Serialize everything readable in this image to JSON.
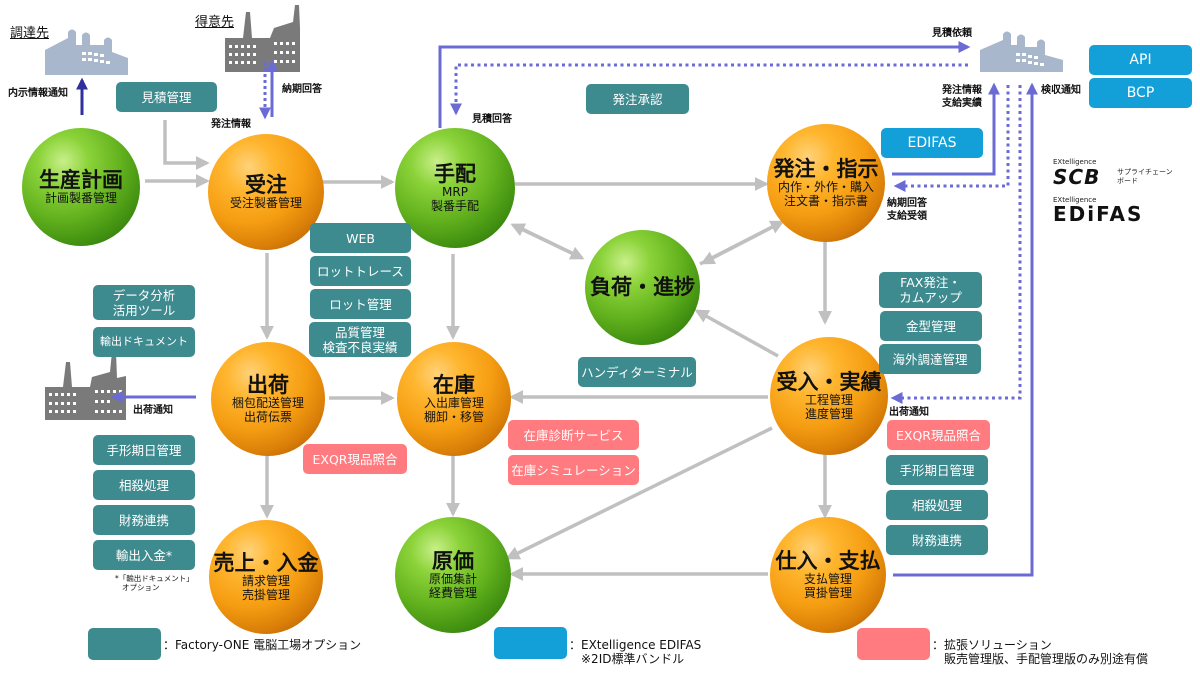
{
  "colors": {
    "factory_one_option": "#3d8a8f",
    "edifas": "#13a0d8",
    "extension": "#ff7b80",
    "flow_arrow": "#c0c0c0",
    "edi_arrow": "#6b6bd6",
    "sphere_orange": "#f59d12",
    "sphere_green": "#63b21e"
  },
  "partners": {
    "supplier": "調達先",
    "customer": "得意先"
  },
  "spheres": {
    "production_plan": {
      "title": "生産計画",
      "sub": [
        "計画製番管理"
      ]
    },
    "order_receipt": {
      "title": "受注",
      "sub": [
        "受注製番管理"
      ]
    },
    "arrangement": {
      "title": "手配",
      "sub": [
        "MRP",
        "製番手配"
      ]
    },
    "ordering": {
      "title": "発注・指示",
      "sub": [
        "内作・外作・購入",
        "注文書・指示書"
      ]
    },
    "load_progress": {
      "title": "負荷・進捗",
      "sub": []
    },
    "shipping": {
      "title": "出荷",
      "sub": [
        "梱包配送管理",
        "出荷伝票"
      ]
    },
    "inventory": {
      "title": "在庫",
      "sub": [
        "入出庫管理",
        "棚卸・移管"
      ]
    },
    "receiving": {
      "title": "受入・実績",
      "sub": [
        "工程管理",
        "進度管理"
      ]
    },
    "sales_payment": {
      "title": "売上・入金",
      "sub": [
        "請求管理",
        "売掛管理"
      ]
    },
    "cost": {
      "title": "原価",
      "sub": [
        "原価集計",
        "経費管理"
      ]
    },
    "purchase_payment": {
      "title": "仕入・支払",
      "sub": [
        "支払管理",
        "買掛管理"
      ]
    }
  },
  "teal_boxes": {
    "estimate": "見積管理",
    "order_approval": "発注承認",
    "web": "WEB",
    "lot_trace": "ロットトレース",
    "lot_mgmt": "ロット管理",
    "quality": [
      "品質管理",
      "検査不良実績"
    ],
    "data_analysis": [
      "データ分析",
      "活用ツール"
    ],
    "export_docs": "輸出ドキュメント",
    "handy_terminal": "ハンディターミナル",
    "fax_order": [
      "FAX発注・",
      "カムアップ"
    ],
    "mold_mgmt": "金型管理",
    "overseas_procure": "海外調達管理",
    "left_bills": "手形期日管理",
    "left_offset": "相殺処理",
    "left_finance": "財務連携",
    "left_export_payment": "輸出入金*",
    "right_bills": "手形期日管理",
    "right_offset": "相殺処理",
    "right_finance": "財務連携"
  },
  "blue_boxes": {
    "edifas": "EDIFAS",
    "api": "API",
    "bcp": "BCP"
  },
  "pink_boxes": {
    "exqr_left": "EXQR現品照合",
    "exqr_right": "EXQR現品照合",
    "inventory_diag": "在庫診断サービス",
    "inventory_sim": "在庫シミュレーション"
  },
  "labels": {
    "unofficial_notice": "内示情報通知",
    "delivery_answer": "納期回答",
    "order_info": "発注情報",
    "estimate_answer": "見積回答",
    "estimate_request": "見積依頼",
    "order_info_supply": [
      "発注情報",
      "支給実績"
    ],
    "acceptance_notice": "検収通知",
    "delivery_answer_supply": [
      "納期回答",
      "支給受領"
    ],
    "shipping_notice_left": "出荷通知",
    "shipping_notice_right": "出荷通知",
    "export_note": [
      "*「輸出ドキュメント」",
      "オプション"
    ]
  },
  "logos": {
    "scb_small": "EXtelligence",
    "scb_big": "SCB",
    "scb_caption": [
      "サプライチェーン",
      "ボード"
    ],
    "edifas_small": "EXtelligence",
    "edifas_big": "EDiFAS"
  },
  "legend": [
    {
      "label": [
        "：Factory-ONE 電脳工場オプション"
      ]
    },
    {
      "label": [
        "：EXtelligence EDIFAS",
        "　※2ID標準バンドル"
      ]
    },
    {
      "label": [
        "：拡張ソリューション",
        "　販売管理版、手配管理版のみ別途有償"
      ]
    }
  ]
}
